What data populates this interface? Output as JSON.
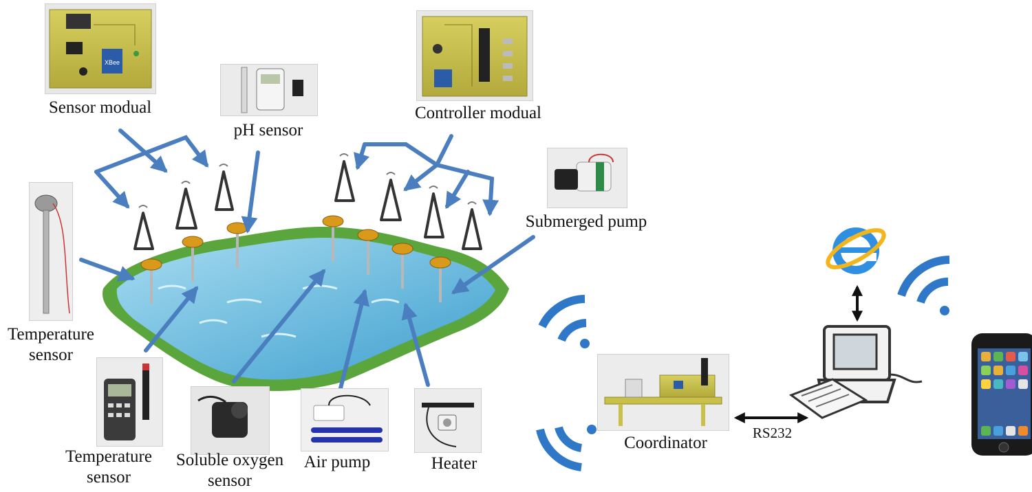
{
  "labels": {
    "sensor_modual": "Sensor modual",
    "ph_sensor": "pH sensor",
    "controller_modual": "Controller modual",
    "submerged_pump": "Submerged pump",
    "temperature_sensor_probe_line1": "Temperature",
    "temperature_sensor_probe_line2": "sensor",
    "temperature_sensor_meter_line1": "Temperature",
    "temperature_sensor_meter_line2": "sensor",
    "soluble_oxygen_line1": "Soluble oxygen",
    "soluble_oxygen_line2": "sensor",
    "air_pump": "Air pump",
    "heater": "Heater",
    "coordinator": "Coordinator",
    "rs232": "RS232"
  },
  "board_text": {
    "xbee_label": "XBee"
  },
  "icons": [
    "wifi-icon",
    "internet-explorer-icon",
    "desktop-computer-icon",
    "smartphone-icon",
    "antenna-icon",
    "float-sensor-icon"
  ],
  "colors": {
    "arrow": "#4a7ebf",
    "wifi": "#2e78c7",
    "pcb": "#c9c04a",
    "water": "#7ec8e6",
    "grass": "#6bb04a",
    "float": "#d99a1c"
  }
}
